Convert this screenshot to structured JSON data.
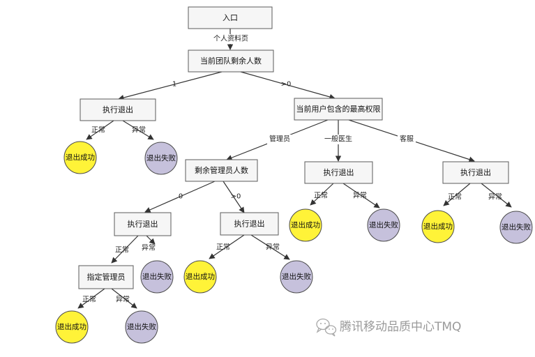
{
  "labels": {
    "success": "退出成功",
    "failure": "退出失败",
    "normal": "正常",
    "abnormal": "异常",
    "exec_exit": "执行退出"
  },
  "boxes": {
    "entry": "入口",
    "team_remaining": "当前团队剩余人数",
    "exec_exit_single": "执行退出",
    "highest_permission": "当前用户包含的最高权限",
    "remaining_admins": "剩余管理员人数",
    "exec_exit_doctor": "执行退出",
    "exec_exit_service": "执行退出",
    "exec_exit_admin_zero": "执行退出",
    "exec_exit_admin_more": "执行退出",
    "assign_admin": "指定管理员"
  },
  "edge_labels": {
    "profile_page": "个人资料页",
    "one": "1",
    "gt_zero": ">0",
    "admin": "管理员",
    "doctor": "一般医生",
    "service": "客服",
    "zero": "0",
    "gt_zero_admins": ">0"
  },
  "watermark": {
    "text": "腾讯移动品质中心TMQ",
    "icon": "wechat-icon"
  },
  "colors": {
    "success": "#fff338",
    "failure": "#c6c1dc",
    "box_fill": "#f6f6f6",
    "line": "#333333"
  }
}
